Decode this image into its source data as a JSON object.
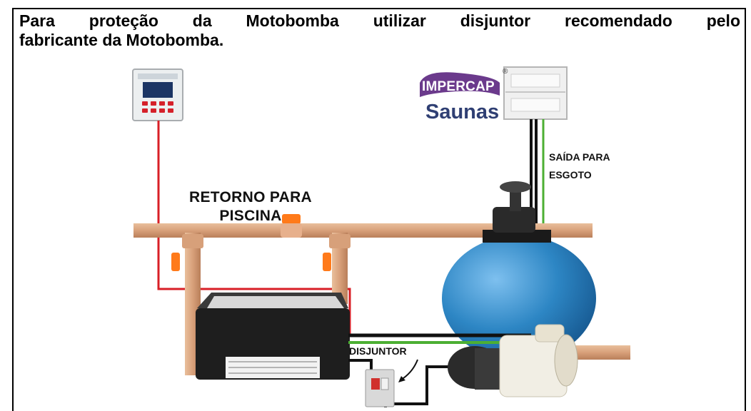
{
  "heading": {
    "line1": "Para proteção da Motobomba utilizar disjuntor recomendado pelo",
    "line2": "fabricante da Motobomba."
  },
  "labels": {
    "retorno_line1": "RETORNO PARA",
    "retorno_line2": "PISCINA",
    "saida_line1": "SAÍDA PARA",
    "saida_line2": "ESGOTO",
    "disjuntor": "DISJUNTOR"
  },
  "brand": {
    "top": "IMPERCAP",
    "bottom": "Saunas",
    "reg": "®"
  },
  "colors": {
    "pipe": "#d9a47e",
    "wire_red": "#d81f26",
    "wire_black": "#111111",
    "wire_green": "#4caf33",
    "filter_tank": "#2d86c4",
    "valve": "#ff7a1a",
    "brand_purple": "#6b3a8c"
  }
}
